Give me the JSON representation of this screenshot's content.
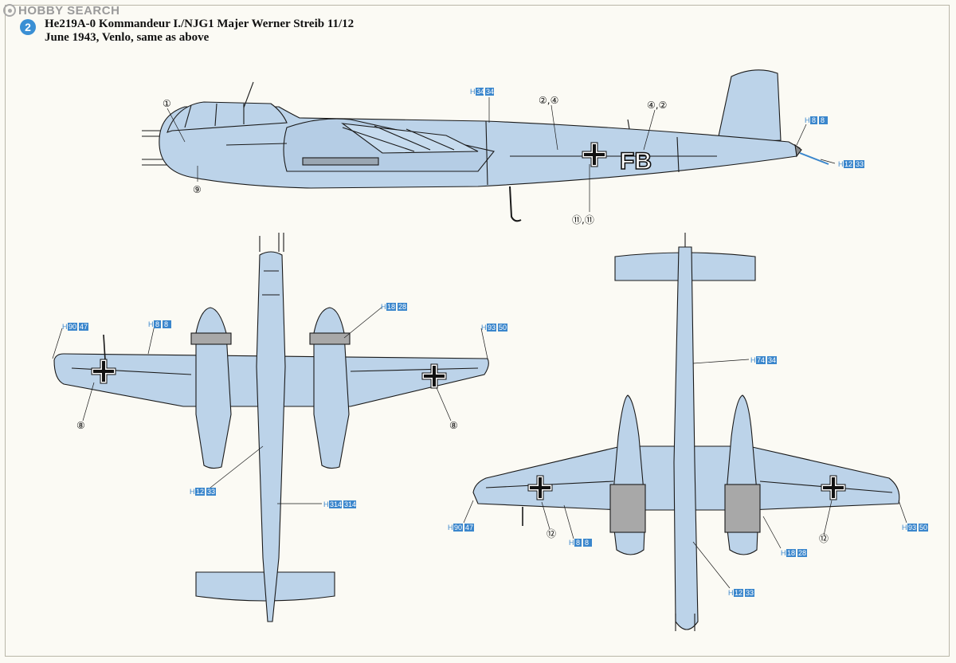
{
  "header": {
    "logo_text": "HOBBY SEARCH",
    "scheme_number": "2",
    "title_line1": "He219A-0 Kommandeur I./NJG1 Majer Werner Streib 11/12",
    "title_line2": "June 1943, Venlo, same as above"
  },
  "colors": {
    "aircraft_fill": "#bcd3e9",
    "callout_blue": "#3a86cc",
    "line": "#1a1a1a"
  },
  "side_view": {
    "fuselage_code": "FB",
    "callouts": [
      {
        "prefix": "H",
        "a": "34",
        "b": "34"
      },
      {
        "prefix": "H",
        "a": "8",
        "b": "8"
      },
      {
        "prefix": "H",
        "a": "12",
        "b": "33"
      }
    ],
    "decal_numbers": [
      "①",
      "②,④",
      "④,②",
      "⑨",
      "⑪,⑪"
    ]
  },
  "top_view": {
    "callouts": [
      {
        "prefix": "H",
        "a": "90",
        "b": "47"
      },
      {
        "prefix": "H",
        "a": "8",
        "b": "8"
      },
      {
        "prefix": "H",
        "a": "18",
        "b": "28"
      },
      {
        "prefix": "H",
        "a": "93",
        "b": "50"
      },
      {
        "prefix": "H",
        "a": "12",
        "b": "33"
      },
      {
        "prefix": "H",
        "a": "314",
        "b": "314"
      }
    ],
    "decal_numbers": [
      "⑧",
      "⑧"
    ]
  },
  "bottom_view": {
    "callouts": [
      {
        "prefix": "H",
        "a": "74",
        "b": "34"
      },
      {
        "prefix": "H",
        "a": "90",
        "b": "47"
      },
      {
        "prefix": "H",
        "a": "8",
        "b": "8"
      },
      {
        "prefix": "H",
        "a": "18",
        "b": "28"
      },
      {
        "prefix": "H",
        "a": "93",
        "b": "50"
      },
      {
        "prefix": "H",
        "a": "12",
        "b": "33"
      }
    ],
    "decal_numbers": [
      "⑫",
      "⑫"
    ]
  }
}
